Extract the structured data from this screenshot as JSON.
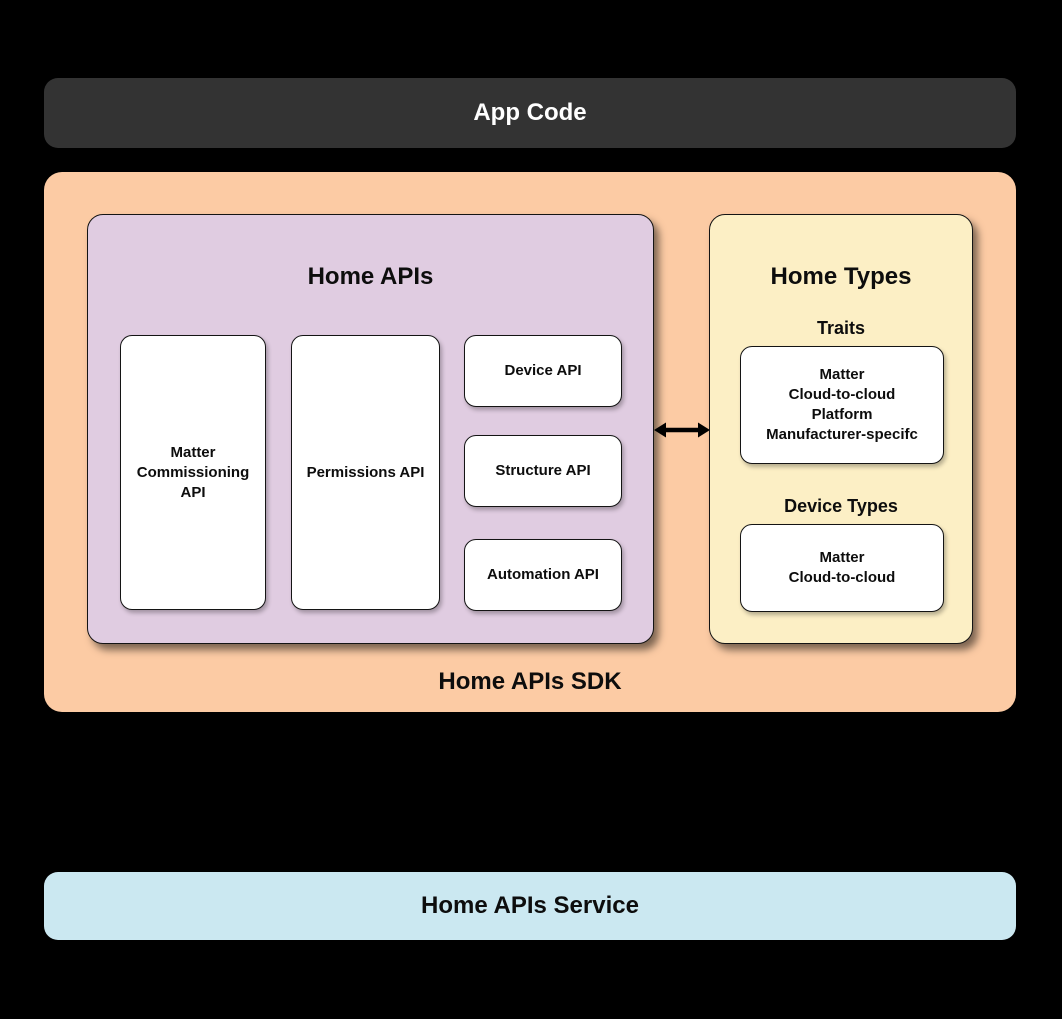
{
  "colors": {
    "background": "#000000",
    "app_code_bg": "#333333",
    "sdk_bg": "#fccba4",
    "home_apis_bg": "#e0cce1",
    "home_types_bg": "#fcefc5",
    "card_bg": "#ffffff",
    "service_bg": "#cbe8f1",
    "arrow": "#000000",
    "text_light": "#ffffff",
    "text_dark": "#0d0d0d"
  },
  "app_code": {
    "label": "App Code"
  },
  "sdk": {
    "label": "Home APIs SDK",
    "home_apis": {
      "title": "Home APIs",
      "matter_commissioning_label": [
        "Matter",
        "Commissioning",
        "API"
      ],
      "permissions_label": "Permissions API",
      "device_label": "Device API",
      "structure_label": "Structure API",
      "automation_label": "Automation API"
    },
    "arrow": {
      "type": "bidirectional-horizontal"
    },
    "home_types": {
      "title": "Home Types",
      "traits_heading": "Traits",
      "traits_items": [
        "Matter",
        "Cloud-to-cloud",
        "Platform",
        "Manufacturer-specifc"
      ],
      "device_types_heading": "Device Types",
      "device_types_items": [
        "Matter",
        "Cloud-to-cloud"
      ]
    }
  },
  "service": {
    "label": "Home APIs Service"
  }
}
